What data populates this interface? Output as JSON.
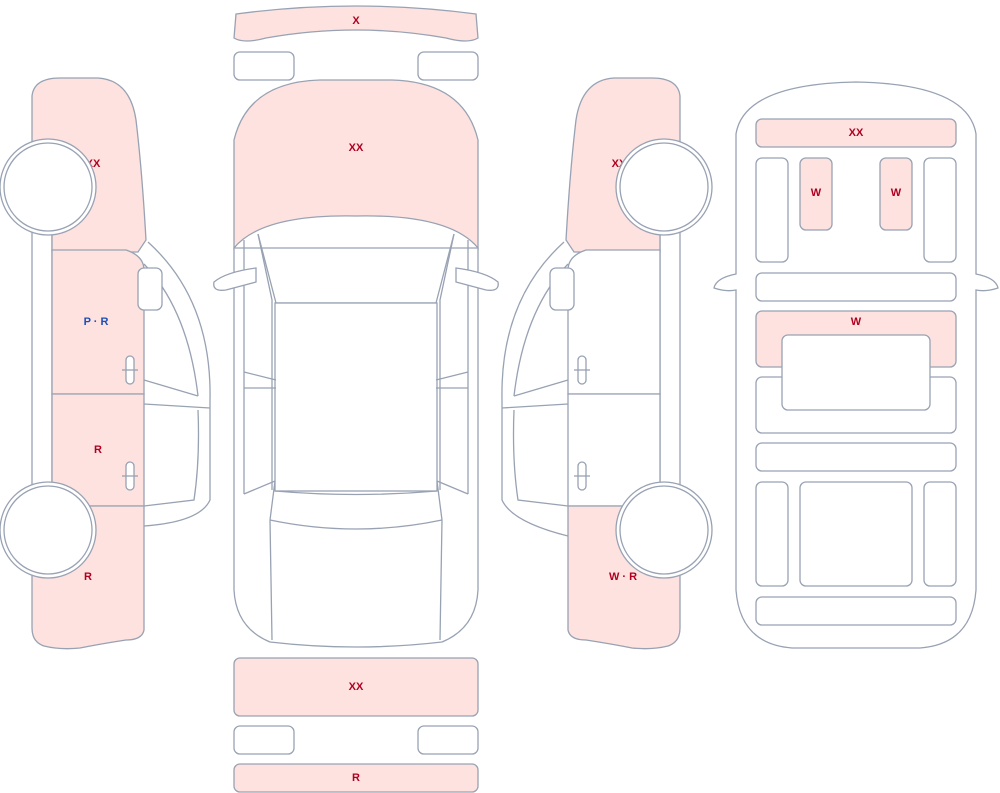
{
  "colors": {
    "outline": "#98a2b3",
    "damaged_fill": "#fde2e0",
    "label_red": "#b00020",
    "label_blue": "#1d4fb8"
  },
  "labels": {
    "front_bumper": "X",
    "hood": "XX",
    "rear_panel": "XX",
    "rear_bumper": "R",
    "left_front_fender": "XX",
    "left_front_door": "P · R",
    "left_rear_door": "R",
    "left_quarter": "R",
    "right_front_fender": "XX",
    "right_quarter": "W · R",
    "floor_front": "XX",
    "floor_rail_left": "W",
    "floor_rail_right": "W",
    "floor_middle": "W"
  }
}
